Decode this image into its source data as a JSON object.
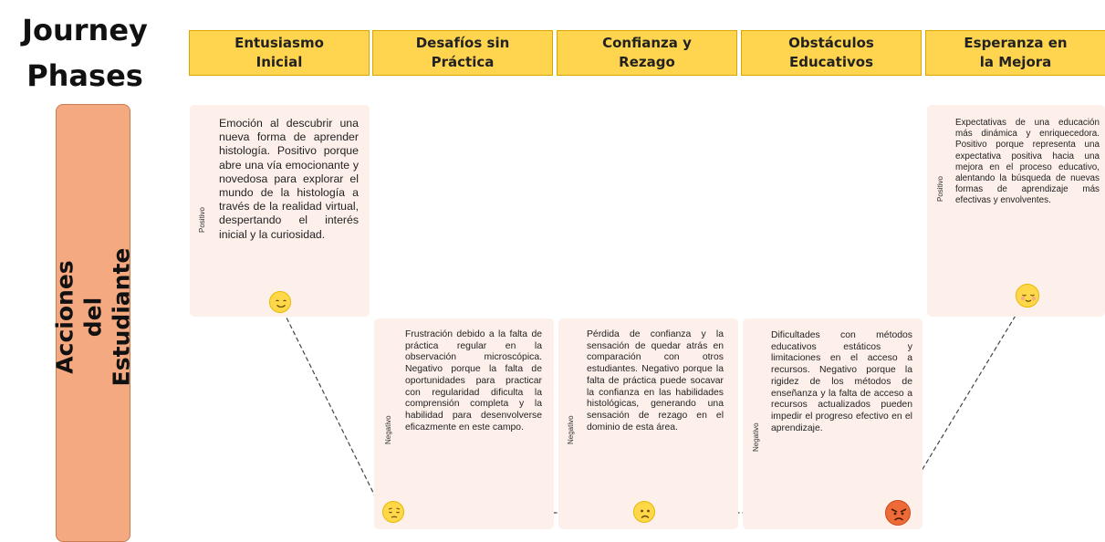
{
  "title": "Journey\nPhases",
  "phases": [
    "Entusiasmo\nInicial",
    "Desafíos sin\nPráctica",
    "Confianza y\nRezago",
    "Obstáculos\nEducativos",
    "Esperanza en\nla Mejora"
  ],
  "lane": {
    "label": "Acciones del\nEstudiante"
  },
  "cards": [
    {
      "tag": "Positivo",
      "text": "Emoción al descubrir una nueva forma de aprender histología. Positivo porque abre una vía emocionante y novedosa para explorar el mundo de la histología a través de la realidad virtual, despertando el interés inicial y la curiosidad.",
      "emoji": "smiling-face-icon"
    },
    {
      "tag": "Negativo",
      "text": "Frustración debido a la falta de práctica regular en la observación microscópica. Negativo porque la falta de oportunidades para practicar con regularidad dificulta la comprensión completa y la habilidad para desenvolverse eficazmente en este campo.",
      "emoji": "pensive-face-icon"
    },
    {
      "tag": "Negativo",
      "text": "Pérdida de confianza y la sensación de quedar atrás en comparación con otros estudiantes. Negativo porque la falta de práctica puede socavar la confianza en las habilidades histológicas, generando una sensación de rezago en el dominio de esta área.",
      "emoji": "frowning-face-icon"
    },
    {
      "tag": "Negativo",
      "text": "Dificultades con métodos educativos estáticos y limitaciones en el acceso a recursos. Negativo porque la rigidez de los métodos de enseñanza y la falta de acceso a recursos actualizados pueden impedir el progreso efectivo en el aprendizaje.",
      "emoji": "angry-face-icon"
    },
    {
      "tag": "Positivo",
      "text": "Expectativas de una educación más dinámica y enriquecedora. Positivo porque representa una expectativa positiva hacia una mejora en el proceso educativo, alentando la búsqueda de nuevas formas de aprendizaje más efectivas y envolventes.",
      "emoji": "relieved-face-icon"
    }
  ],
  "colors": {
    "phase_fill": "#ffd54f",
    "lane_fill": "#f4a980",
    "card_fill": "#fdf0ea",
    "emoji_fill": "#ffd84a",
    "angry_fill": "#ee6a36"
  }
}
